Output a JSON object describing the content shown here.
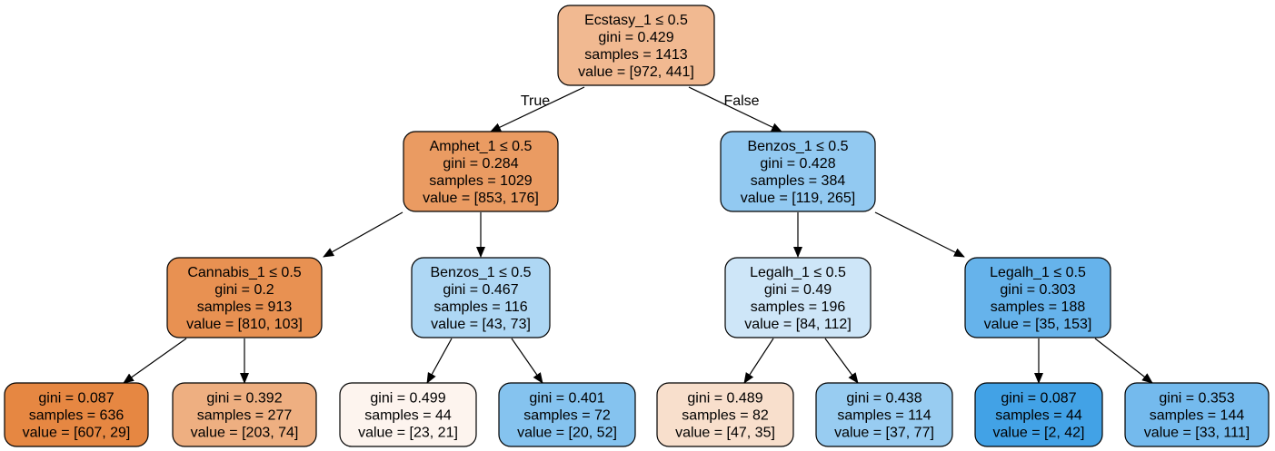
{
  "tree": {
    "nodes": [
      {
        "id": "n0",
        "lines": [
          "Ecstasy_1 ≤ 0.5",
          "gini = 0.429",
          "samples = 1413",
          "value = [972, 441]"
        ],
        "fill": "#f1b991"
      },
      {
        "id": "n1",
        "lines": [
          "Amphet_1 ≤ 0.5",
          "gini = 0.284",
          "samples = 1029",
          "value = [853, 176]"
        ],
        "fill": "#ea9b62"
      },
      {
        "id": "n2",
        "lines": [
          "Benzos_1 ≤ 0.5",
          "gini = 0.428",
          "samples = 384",
          "value = [119, 265]"
        ],
        "fill": "#92c9f1"
      },
      {
        "id": "n3",
        "lines": [
          "Cannabis_1 ≤ 0.5",
          "gini = 0.2",
          "samples = 913",
          "value = [810, 103]"
        ],
        "fill": "#e89152"
      },
      {
        "id": "n4",
        "lines": [
          "Benzos_1 ≤ 0.5",
          "gini = 0.467",
          "samples = 116",
          "value = [43, 73]"
        ],
        "fill": "#aed7f4"
      },
      {
        "id": "n5",
        "lines": [
          "Legalh_1 ≤ 0.5",
          "gini = 0.49",
          "samples = 196",
          "value = [84, 112]"
        ],
        "fill": "#cee6f8"
      },
      {
        "id": "n6",
        "lines": [
          "Legalh_1 ≤ 0.5",
          "gini = 0.303",
          "samples = 188",
          "value = [35, 153]"
        ],
        "fill": "#66b3eb"
      },
      {
        "id": "n7",
        "lines": [
          "gini = 0.087",
          "samples = 636",
          "value = [607, 29]"
        ],
        "fill": "#e68742"
      },
      {
        "id": "n8",
        "lines": [
          "gini = 0.392",
          "samples = 277",
          "value = [203, 74]"
        ],
        "fill": "#eeaf81"
      },
      {
        "id": "n9",
        "lines": [
          "gini = 0.499",
          "samples = 44",
          "value = [23, 21]"
        ],
        "fill": "#fdf4ee"
      },
      {
        "id": "n10",
        "lines": [
          "gini = 0.401",
          "samples = 72",
          "value = [20, 52]"
        ],
        "fill": "#85c3ef"
      },
      {
        "id": "n11",
        "lines": [
          "gini = 0.489",
          "samples = 82",
          "value = [47, 35]"
        ],
        "fill": "#f8dfcc"
      },
      {
        "id": "n12",
        "lines": [
          "gini = 0.438",
          "samples = 114",
          "value = [37, 77]"
        ],
        "fill": "#98ccf1"
      },
      {
        "id": "n13",
        "lines": [
          "gini = 0.087",
          "samples = 44",
          "value = [2, 42]"
        ],
        "fill": "#42a2e6"
      },
      {
        "id": "n14",
        "lines": [
          "gini = 0.353",
          "samples = 144",
          "value = [33, 111]"
        ],
        "fill": "#74baed"
      }
    ],
    "edges": [
      {
        "from": "n0",
        "to": "n1",
        "label": "True"
      },
      {
        "from": "n0",
        "to": "n2",
        "label": "False"
      },
      {
        "from": "n1",
        "to": "n3",
        "label": ""
      },
      {
        "from": "n1",
        "to": "n4",
        "label": ""
      },
      {
        "from": "n2",
        "to": "n5",
        "label": ""
      },
      {
        "from": "n2",
        "to": "n6",
        "label": ""
      },
      {
        "from": "n3",
        "to": "n7",
        "label": ""
      },
      {
        "from": "n3",
        "to": "n8",
        "label": ""
      },
      {
        "from": "n4",
        "to": "n9",
        "label": ""
      },
      {
        "from": "n4",
        "to": "n10",
        "label": ""
      },
      {
        "from": "n5",
        "to": "n11",
        "label": ""
      },
      {
        "from": "n5",
        "to": "n12",
        "label": ""
      },
      {
        "from": "n6",
        "to": "n13",
        "label": ""
      },
      {
        "from": "n6",
        "to": "n14",
        "label": ""
      }
    ]
  }
}
